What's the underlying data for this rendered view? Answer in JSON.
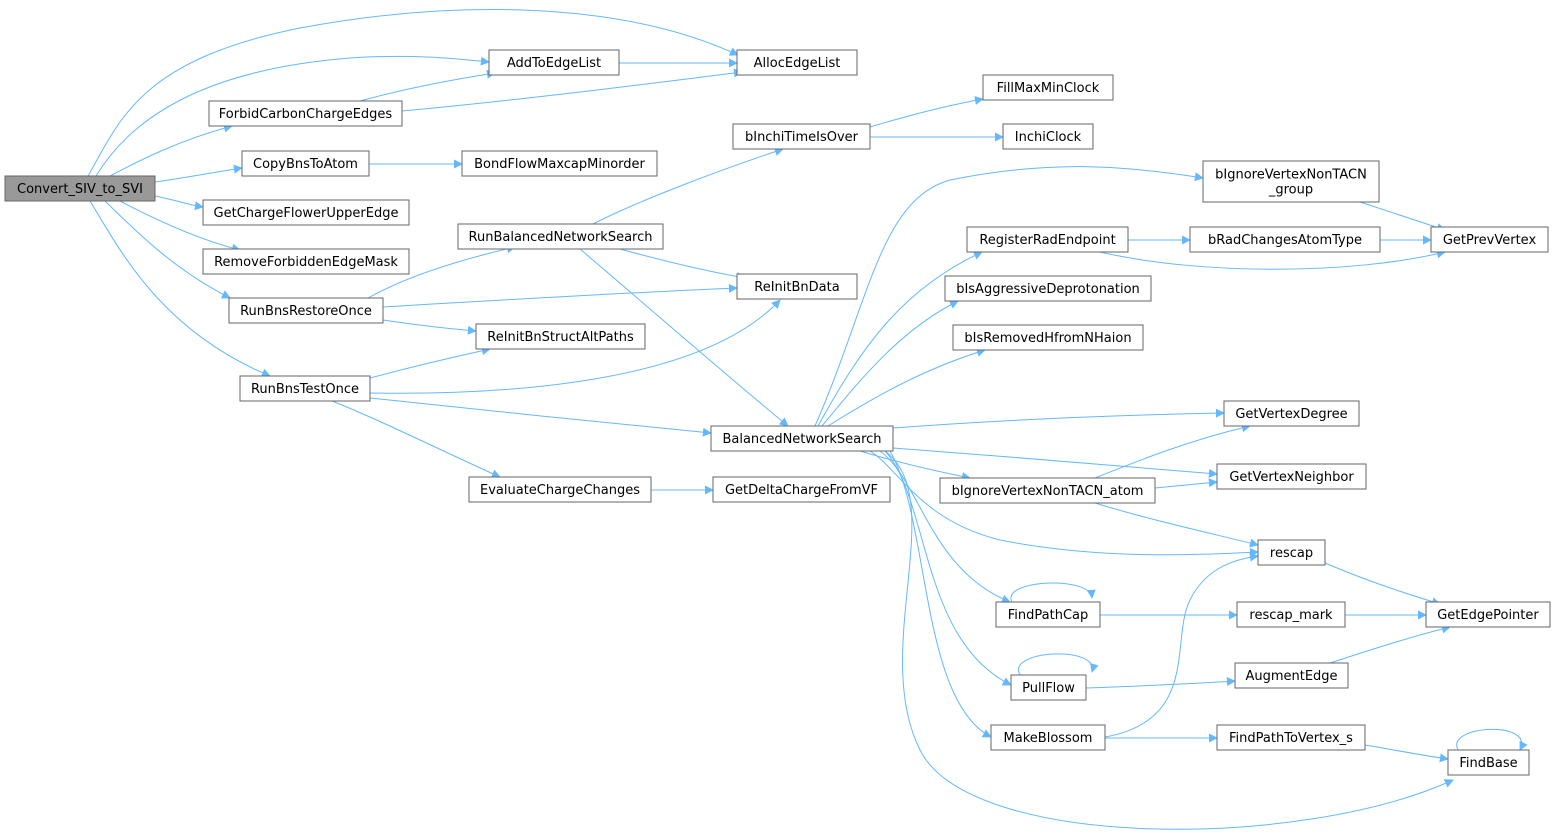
{
  "colors": {
    "edge": "#63b8ff",
    "node_border": "#666666",
    "root_fill": "#999999",
    "node_fill": "#ffffff"
  },
  "nodes": [
    {
      "id": "convert",
      "label": "Convert_SIV_to_SVI",
      "root": true
    },
    {
      "id": "allocedgelist",
      "label": "AllocEdgeList"
    },
    {
      "id": "addtoedgelist",
      "label": "AddToEdgeList"
    },
    {
      "id": "forbidcarbon",
      "label": "ForbidCarbonChargeEdges"
    },
    {
      "id": "copybns",
      "label": "CopyBnsToAtom"
    },
    {
      "id": "bondflow",
      "label": "BondFlowMaxcapMinorder"
    },
    {
      "id": "getchargeflower",
      "label": "GetChargeFlowerUpperEdge"
    },
    {
      "id": "removeforbidden",
      "label": "RemoveForbiddenEdgeMask"
    },
    {
      "id": "runbnsrestore",
      "label": "RunBnsRestoreOnce"
    },
    {
      "id": "runbnstest",
      "label": "RunBnsTestOnce"
    },
    {
      "id": "runbalanced",
      "label": "RunBalancedNetworkSearch"
    },
    {
      "id": "reinitbndata",
      "label": "ReInitBnData"
    },
    {
      "id": "reinitalt",
      "label": "ReInitBnStructAltPaths"
    },
    {
      "id": "binchitime",
      "label": "bInchiTimeIsOver"
    },
    {
      "id": "fillmaxmin",
      "label": "FillMaxMinClock"
    },
    {
      "id": "inchiclock",
      "label": "InchiClock"
    },
    {
      "id": "balanced",
      "label": "BalancedNetworkSearch"
    },
    {
      "id": "evalcharge",
      "label": "EvaluateChargeChanges"
    },
    {
      "id": "getdelta",
      "label": "GetDeltaChargeFromVF"
    },
    {
      "id": "bignoregroup",
      "label": "bIgnoreVertexNonTACN\n_group"
    },
    {
      "id": "registerrad",
      "label": "RegisterRadEndpoint"
    },
    {
      "id": "bradchanges",
      "label": "bRadChangesAtomType"
    },
    {
      "id": "getprevvertex",
      "label": "GetPrevVertex"
    },
    {
      "id": "bisaggressive",
      "label": "bIsAggressiveDeprotonation"
    },
    {
      "id": "bisremoved",
      "label": "bIsRemovedHfromNHaion"
    },
    {
      "id": "getvertexdegree",
      "label": "GetVertexDegree"
    },
    {
      "id": "getvertexneighbor",
      "label": "GetVertexNeighbor"
    },
    {
      "id": "bignoreatom",
      "label": "bIgnoreVertexNonTACN_atom"
    },
    {
      "id": "rescap",
      "label": "rescap"
    },
    {
      "id": "getedgepointer",
      "label": "GetEdgePointer"
    },
    {
      "id": "findpathcap",
      "label": "FindPathCap"
    },
    {
      "id": "rescapmark",
      "label": "rescap_mark"
    },
    {
      "id": "pullflow",
      "label": "PullFlow"
    },
    {
      "id": "augmentedge",
      "label": "AugmentEdge"
    },
    {
      "id": "makeblossom",
      "label": "MakeBlossom"
    },
    {
      "id": "findpathtovertex",
      "label": "FindPathToVertex_s"
    },
    {
      "id": "findbase",
      "label": "FindBase"
    }
  ],
  "edges": [
    [
      "convert",
      "allocedgelist"
    ],
    [
      "convert",
      "addtoedgelist"
    ],
    [
      "convert",
      "forbidcarbon"
    ],
    [
      "convert",
      "copybns"
    ],
    [
      "convert",
      "getchargeflower"
    ],
    [
      "convert",
      "removeforbidden"
    ],
    [
      "convert",
      "runbnsrestore"
    ],
    [
      "convert",
      "runbnstest"
    ],
    [
      "addtoedgelist",
      "allocedgelist"
    ],
    [
      "forbidcarbon",
      "addtoedgelist"
    ],
    [
      "forbidcarbon",
      "allocedgelist"
    ],
    [
      "copybns",
      "bondflow"
    ],
    [
      "runbnsrestore",
      "runbalanced"
    ],
    [
      "runbnsrestore",
      "reinitbndata"
    ],
    [
      "runbnsrestore",
      "reinitalt"
    ],
    [
      "runbnstest",
      "reinitalt"
    ],
    [
      "runbnstest",
      "reinitbndata"
    ],
    [
      "runbnstest",
      "balanced"
    ],
    [
      "runbnstest",
      "evalcharge"
    ],
    [
      "runbalanced",
      "binchitime"
    ],
    [
      "runbalanced",
      "reinitbndata"
    ],
    [
      "runbalanced",
      "balanced"
    ],
    [
      "binchitime",
      "fillmaxmin"
    ],
    [
      "binchitime",
      "inchiclock"
    ],
    [
      "evalcharge",
      "getdelta"
    ],
    [
      "balanced",
      "bignoregroup"
    ],
    [
      "balanced",
      "registerrad"
    ],
    [
      "balanced",
      "bisaggressive"
    ],
    [
      "balanced",
      "bisremoved"
    ],
    [
      "balanced",
      "getvertexdegree"
    ],
    [
      "balanced",
      "bignoreatom"
    ],
    [
      "balanced",
      "getvertexneighbor"
    ],
    [
      "balanced",
      "rescap"
    ],
    [
      "balanced",
      "findpathcap"
    ],
    [
      "balanced",
      "pullflow"
    ],
    [
      "balanced",
      "makeblossom"
    ],
    [
      "balanced",
      "findbase"
    ],
    [
      "bignoregroup",
      "getprevvertex"
    ],
    [
      "registerrad",
      "bradchanges"
    ],
    [
      "registerrad",
      "getprevvertex"
    ],
    [
      "bradchanges",
      "getprevvertex"
    ],
    [
      "bignoreatom",
      "getvertexdegree"
    ],
    [
      "bignoreatom",
      "getvertexneighbor"
    ],
    [
      "bignoreatom",
      "rescap"
    ],
    [
      "rescap",
      "getedgepointer"
    ],
    [
      "findpathcap",
      "findpathcap"
    ],
    [
      "findpathcap",
      "rescapmark"
    ],
    [
      "rescapmark",
      "getedgepointer"
    ],
    [
      "pullflow",
      "pullflow"
    ],
    [
      "pullflow",
      "augmentedge"
    ],
    [
      "augmentedge",
      "getedgepointer"
    ],
    [
      "makeblossom",
      "rescap"
    ],
    [
      "makeblossom",
      "findpathtovertex"
    ],
    [
      "findpathtovertex",
      "findbase"
    ],
    [
      "findbase",
      "findbase"
    ]
  ]
}
